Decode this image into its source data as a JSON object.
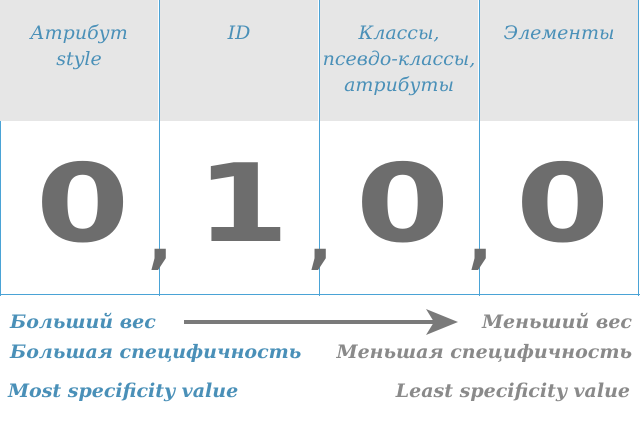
{
  "columns": [
    {
      "header": "Атрибут\nstyle",
      "digit": "0"
    },
    {
      "header": "ID",
      "digit": "1"
    },
    {
      "header": "Классы,\nпсевдо-классы,\nатрибуты",
      "digit": "0"
    },
    {
      "header": "Элементы",
      "digit": "0"
    }
  ],
  "separator": ",",
  "left_labels": {
    "weight": "Больший вес",
    "specificity": "Большая специфичность",
    "english": "Most specificity value"
  },
  "right_labels": {
    "weight": "Меньший вес",
    "specificity": "Меньшая специфичность",
    "english": "Least specificity value"
  },
  "colors": {
    "accent_blue": "#4a90b8",
    "border_blue": "#4aa3d6",
    "header_bg": "#e6e6e6",
    "digit_gray": "#6d6d6d",
    "muted_gray": "#8a8a8a",
    "arrow_gray": "#7a7a7a"
  }
}
